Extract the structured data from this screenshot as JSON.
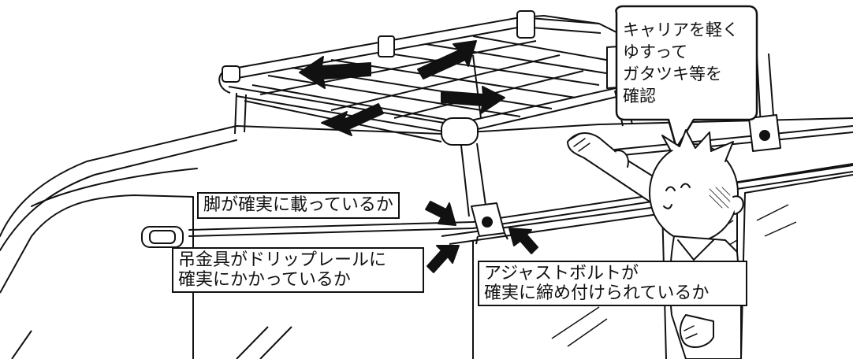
{
  "speech_bubble": {
    "lines": [
      "キャリアを軽く",
      "ゆすって",
      "ガタツキ等を",
      "確認"
    ]
  },
  "callouts": {
    "legs": "脚が確実に載っているか",
    "hook": {
      "lines": [
        "吊金具がドリップレールに",
        "確実にかかっているか"
      ]
    },
    "bolt": {
      "lines": [
        "アジャストボルトが",
        "確実に締め付けられているか"
      ]
    }
  }
}
